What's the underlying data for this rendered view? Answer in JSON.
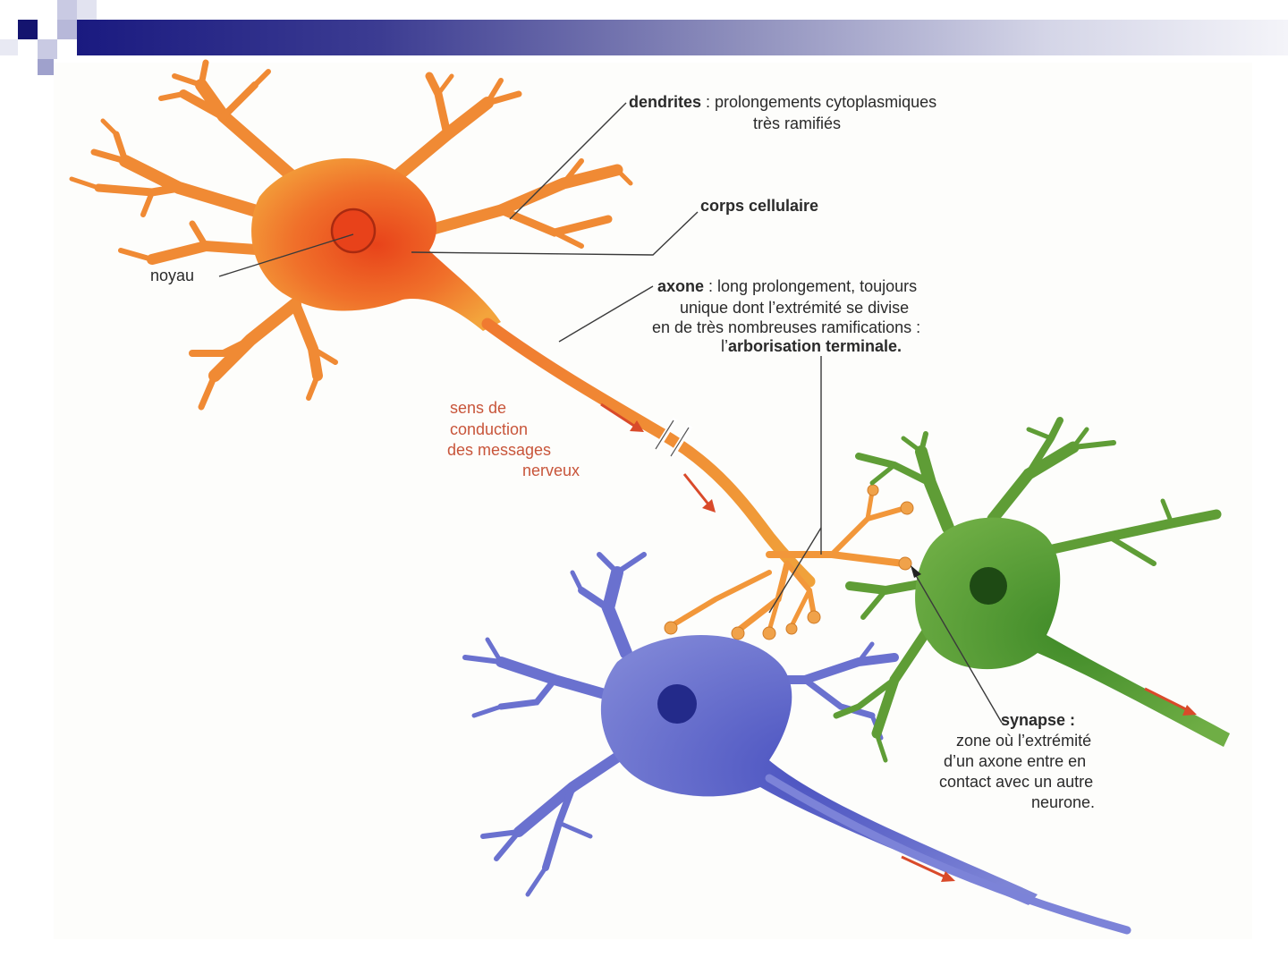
{
  "labels": {
    "dendrites_term": "dendrites",
    "dendrites_def_1": " : prolongements cytoplasmiques",
    "dendrites_def_2": "très ramifiés",
    "corps": "corps cellulaire",
    "noyau": "noyau",
    "axone_term": "axone",
    "axone_def_1": " : long prolongement, toujours",
    "axone_def_2": "unique dont l’extrémité se divise",
    "axone_def_3": "en de très nombreuses ramifications :",
    "axone_def_4_pre": "l’",
    "axone_def_4_bold": "arborisation terminale.",
    "sens_1": "sens de",
    "sens_2": "conduction",
    "sens_3": "des messages",
    "sens_4": "nerveux",
    "synapse_term": "synapse :",
    "synapse_def_1": "zone où l’extrémité",
    "synapse_def_2": "d’un axone entre en",
    "synapse_def_3": "contact avec un autre",
    "synapse_def_4": "neurone."
  },
  "colors": {
    "orange_neuron_core": "#e8501c",
    "orange_neuron_edge": "#f2a23a",
    "blue_neuron": "#5a62c6",
    "blue_nucleus": "#232a8a",
    "green_neuron": "#5b9a32",
    "green_nucleus": "#1e4a14",
    "arrow_red": "#d94a2a",
    "header_dark": "#1a1a80"
  }
}
